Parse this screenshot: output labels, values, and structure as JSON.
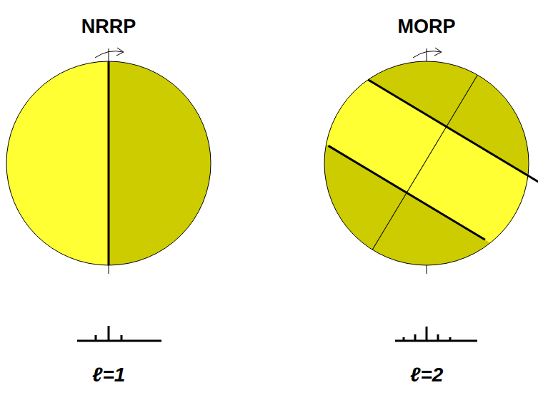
{
  "diagram": {
    "nodes": [
      {
        "text": [
          "NRRP"
        ]
      },
      {
        "text": [
          "MORP"
        ]
      }
    ],
    "labels": [
      "ℓ=1",
      "ℓ=2"
    ]
  }
}
